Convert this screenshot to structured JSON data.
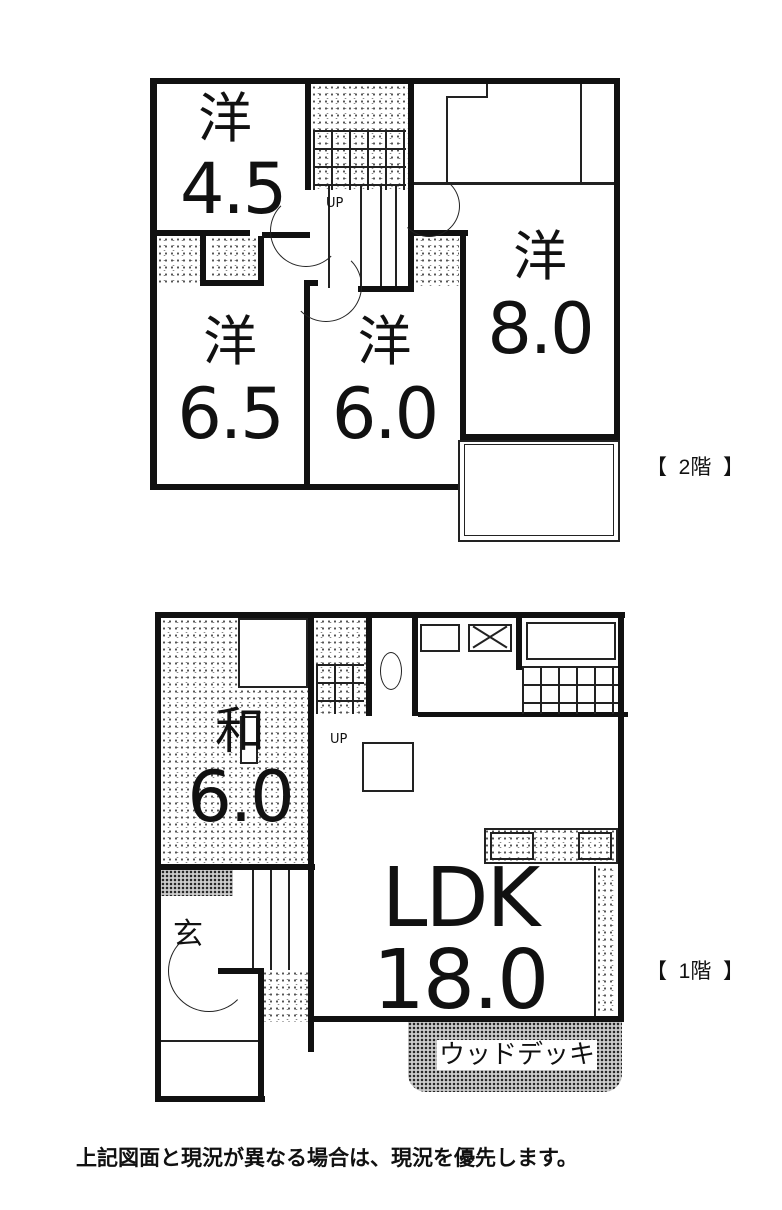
{
  "floor2": {
    "label": "【  2階  】",
    "rooms": [
      {
        "type": "洋",
        "size": "4.5"
      },
      {
        "type": "洋",
        "size": "6.5"
      },
      {
        "type": "洋",
        "size": "6.0"
      },
      {
        "type": "洋",
        "size": "8.0"
      }
    ],
    "stair_mark": "UP"
  },
  "floor1": {
    "label": "【  1階  】",
    "rooms": [
      {
        "type": "和",
        "size": "6.0"
      },
      {
        "type": "LDK",
        "size": "18.0"
      },
      {
        "type": "玄",
        "size": ""
      }
    ],
    "stair_mark": "UP",
    "deck_label": "ウッドデッキ"
  },
  "footer_note": "上記図面と現況が異なる場合は、現況を優先します。"
}
